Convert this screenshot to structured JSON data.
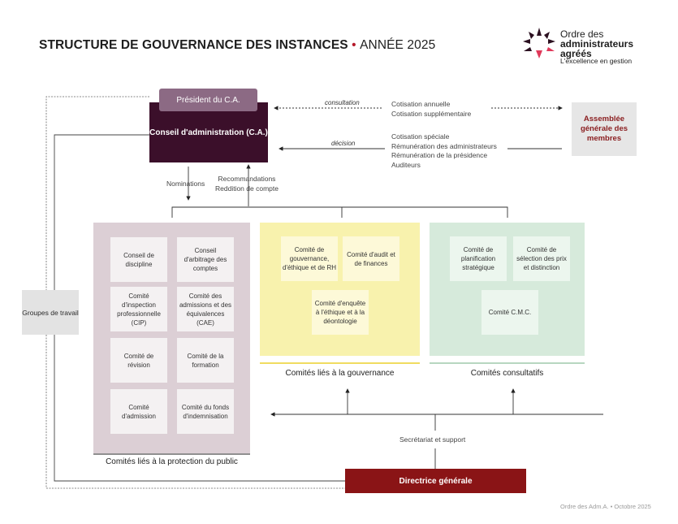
{
  "header": {
    "title_main": "STRUCTURE DE GOUVERNANCE DES INSTANCES",
    "title_sep": "•",
    "title_year": "ANNÉE 2025"
  },
  "logo": {
    "line1": "Ordre des",
    "line2": "administrateurs",
    "line3": "agréés",
    "tagline": "L'excellence en gestion"
  },
  "top": {
    "president": "Président du C.A.",
    "board": "Conseil d'administration (C.A.)",
    "assembly": "Assemblée générale des membres",
    "consultation": "consultation",
    "consultation_items": [
      "Cotisation annuelle",
      "Cotisation supplémentaire"
    ],
    "decision": "décision",
    "decision_items": [
      "Cotisation spéciale",
      "Rémunération des administrateurs",
      "Rémunération de la présidence",
      "Auditeurs"
    ],
    "nominations": "Nominations",
    "recommendations": [
      "Recommandations",
      "Reddition de compte"
    ]
  },
  "working_groups": "Groupes de travail",
  "panels": {
    "public": {
      "label": "Comités liés à la protection du public",
      "committees": [
        "Conseil de discipline",
        "Conseil d'arbitrage des comptes",
        "Comité d'inspection professionnelle (CIP)",
        "Comité des admissions et des équivalences (CAE)",
        "Comité de révision",
        "Comité de la formation",
        "Comité d'admission",
        "Comité du fonds d'indemnisation"
      ]
    },
    "governance": {
      "label": "Comités liés à la gouvernance",
      "committees": [
        "Comité de gouvernance, d'éthique et de RH",
        "Comité d'audit et de finances",
        "Comité d'enquête à l'éthique et à la déontologie"
      ]
    },
    "consultative": {
      "label": "Comités consultatifs",
      "committees": [
        "Comité de planification stratégique",
        "Comité de sélection des prix et distinction",
        "Comité C.M.C."
      ]
    }
  },
  "support": "Secrétariat et support",
  "director": "Directrice générale",
  "footer": "Ordre des Adm.A. • Octobre 2025",
  "colors": {
    "board": "#3b0f2a",
    "president": "#8c6a84",
    "director": "#8a1416",
    "accent": "#b5192a",
    "public_panel": "#dccfd5",
    "governance_panel": "#f8f2ad",
    "consultative_panel": "#d6eadb"
  }
}
